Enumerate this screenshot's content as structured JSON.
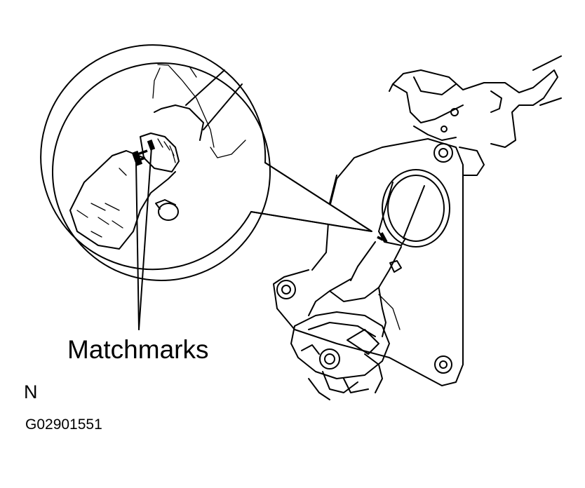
{
  "figure": {
    "callout_label": "Matchmarks",
    "view_marker": "N",
    "figure_code": "G02901551"
  }
}
